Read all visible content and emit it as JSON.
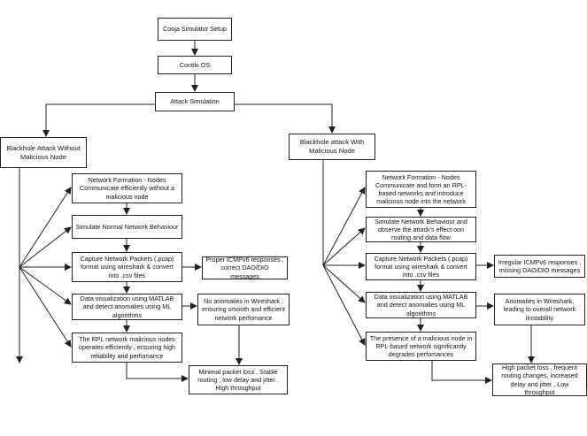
{
  "diagram": {
    "nodes": {
      "cooja": "Cooja Simulator Setup",
      "contiki": "Contiki OS",
      "attack": "Attack Simulation",
      "left_root": "Blackhole Attack Without Malicious Node",
      "right_root": "Blackhole attack With Malicious Node",
      "l_formation": "Network Formation - Nodes Communicate efficiently without a malicious node",
      "l_simulate": "Simulate Normal Network Behaviour",
      "l_capture": "Capture Network Packets (.pcap) format using wireshark & convert into .csv files",
      "l_icmp": "Proper ICMPv6 responses , correct DAO/DIO messages",
      "l_visual": "Data visualization using MATLAB and detect anomalies using ML algorithms",
      "l_noanom": "No anomalies in Wireshark , ensuring smooth and efficient network perfomance",
      "l_rpl": "The RPL network malicious nodes operates efficiently , ensuring high reliability and perfomance",
      "l_result": "Minimal packet loss , Stable routing , low delay and jitter , High throughput",
      "r_formation": "Network Formation - Nodes Communicate and form an RPL-based networks and introduce malicious node into the network",
      "r_simulate": "Simulate Network Behaviour and observe the attack's effect oon routing and data flow",
      "r_capture": "Capture Network Packets (.pcap) format using wireshark & convert into .csv files",
      "r_icmp": "Irregular ICMPv6 responses , missing DAO/DIO messages",
      "r_visual": "Data visualization using MATLAB and detect anomalies using ML algorithms",
      "r_anom": "Anomalies in Wireshark, leading to overall network iinstability",
      "r_presence": "The presence of a malicious node in RPL-based network significantly degrades perfomances",
      "r_result": "High packet loss , frequent routing changes, increased delay and jitter , Low throughput"
    }
  }
}
